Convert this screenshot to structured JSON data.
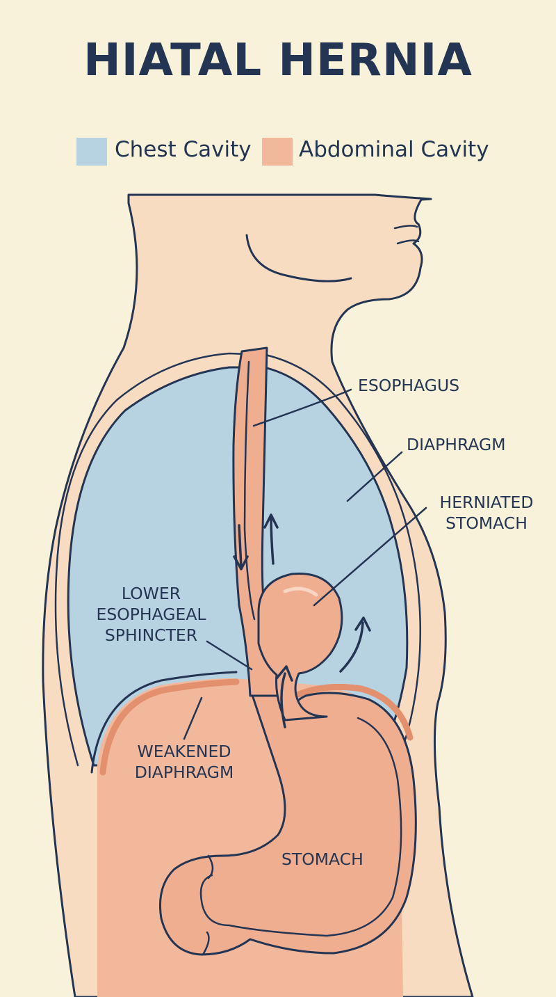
{
  "title": "HIATAL HERNIA",
  "colors": {
    "background": "#f7f2d9",
    "chest_cavity": "#b7d3e2",
    "abdominal_cavity": "#f2b89b",
    "skin": "#f8dcc2",
    "organ": "#efae90",
    "outline": "#243553",
    "text": "#243553"
  },
  "legend": [
    {
      "label": "Chest Cavity",
      "color": "#b7d3e2"
    },
    {
      "label": "Abdominal Cavity",
      "color": "#f2b89b"
    }
  ],
  "labels": {
    "esophagus": "ESOPHAGUS",
    "diaphragm": "DIAPHRAGM",
    "herniated_stomach": [
      "HERNIATED",
      "STOMACH"
    ],
    "lower_esophageal_sphincter": [
      "LOWER",
      "ESOPHAGEAL",
      "SPHINCTER"
    ],
    "weakened_diaphragm": [
      "WEAKENED",
      "DIAPHRAGM"
    ],
    "stomach": "STOMACH"
  }
}
